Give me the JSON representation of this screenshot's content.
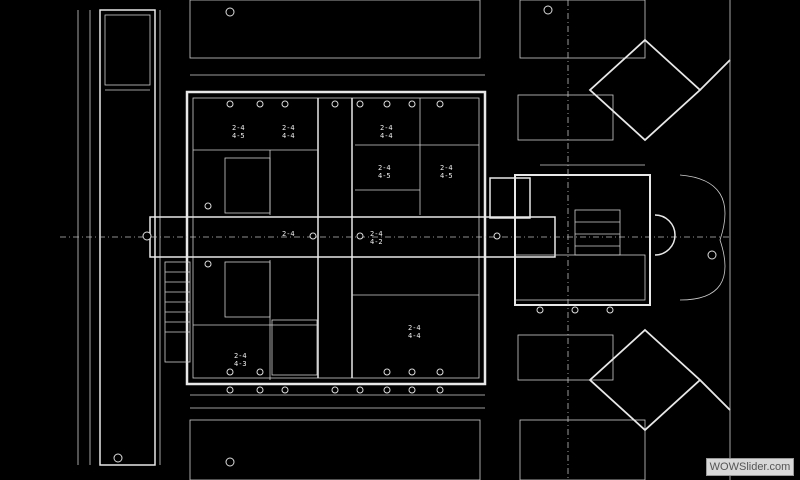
{
  "watermark": {
    "text": "WOWSlider.com"
  },
  "colors": {
    "background": "#000000",
    "line": "#e8e8e8"
  },
  "room_labels": [
    {
      "id": "r1",
      "text": "2-4\n4-5"
    },
    {
      "id": "r2",
      "text": "2-4\n4-4"
    },
    {
      "id": "r3",
      "text": "2-4\n4-4"
    },
    {
      "id": "r4",
      "text": "2-4\n4-5"
    },
    {
      "id": "r5",
      "text": "2-4"
    },
    {
      "id": "r6",
      "text": "2-4\n4-2"
    },
    {
      "id": "r7",
      "text": "2-4\n4-5"
    },
    {
      "id": "r8",
      "text": "2-4\n4-3"
    },
    {
      "id": "r9",
      "text": "2-4\n4-4"
    }
  ]
}
